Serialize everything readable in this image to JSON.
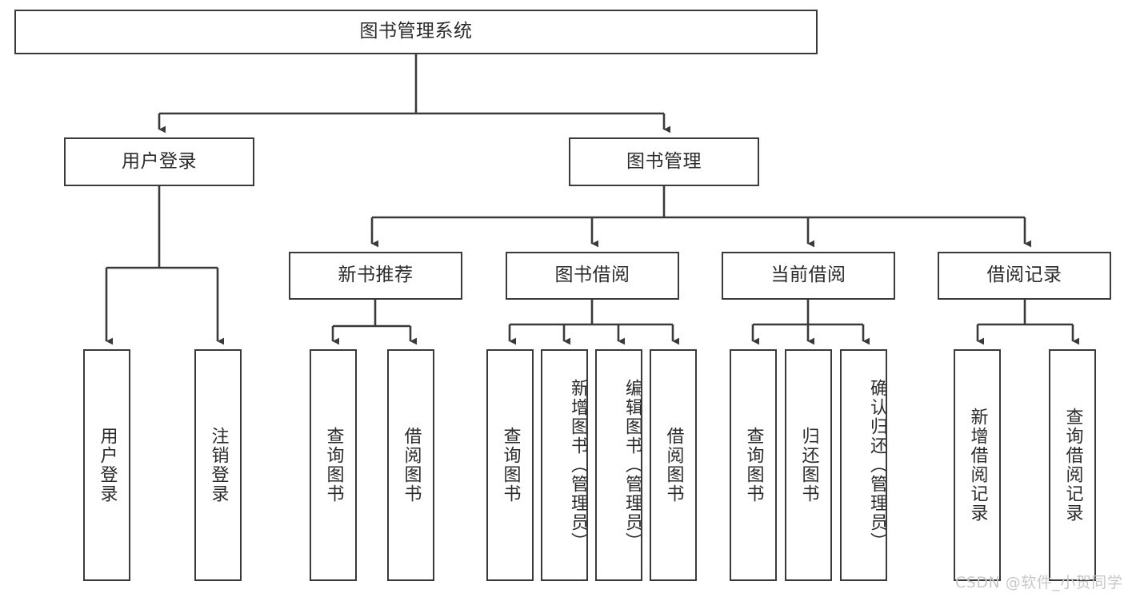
{
  "diagram": {
    "type": "hierarchy-tree",
    "title": "图书管理系统",
    "root": {
      "label": "图书管理系统"
    },
    "level2": [
      {
        "label": "用户登录"
      },
      {
        "label": "图书管理"
      }
    ],
    "level3": [
      {
        "label": "新书推荐"
      },
      {
        "label": "图书借阅"
      },
      {
        "label": "当前借阅"
      },
      {
        "label": "借阅记录"
      }
    ],
    "leaves_user_login": [
      {
        "label": "用户登录"
      },
      {
        "label": "注销登录"
      }
    ],
    "leaves_new_book": [
      {
        "label": "查询图书"
      },
      {
        "label": "借阅图书"
      }
    ],
    "leaves_borrow": [
      {
        "label": "查询图书"
      },
      {
        "label": "新增图书（管理员）"
      },
      {
        "label": "编辑图书（管理员）"
      },
      {
        "label": "借阅图书"
      }
    ],
    "leaves_current": [
      {
        "label": "查询图书"
      },
      {
        "label": "归还图书"
      },
      {
        "label": "确认归还（管理员）"
      }
    ],
    "leaves_records": [
      {
        "label": "新增借阅记录"
      },
      {
        "label": "查询借阅记录"
      }
    ],
    "colors": {
      "stroke": "#3a3a3a",
      "fill": "#ffffff",
      "text": "#2b2b2b",
      "watermark": "#c8c8c8"
    }
  },
  "watermark": {
    "text": "CSDN @软件_小贺同学"
  }
}
